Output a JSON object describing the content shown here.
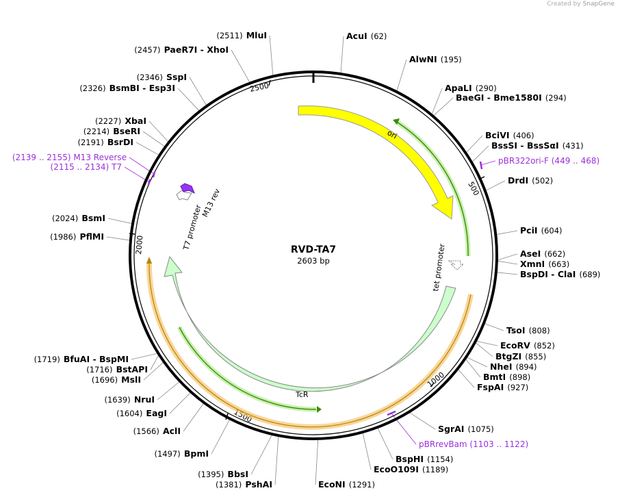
{
  "credit": {
    "prefix": "Created by",
    "brand": "SnapGene"
  },
  "plasmid": {
    "name": "RVD-TA7",
    "size_label": "2603 bp",
    "length": 2603
  },
  "ticks": [
    "500",
    "1000",
    "1500",
    "2000",
    "2500"
  ],
  "features": [
    {
      "label": "ori",
      "color": "#ffff00"
    },
    {
      "label": "tet promoter",
      "color": "#ffffff"
    },
    {
      "label": "TcR",
      "color": "#ccffcc"
    },
    {
      "label": "T7 promoter",
      "color": "#ffffff"
    },
    {
      "label": "M13 rev",
      "color": "#9933ff"
    }
  ],
  "sites": [
    {
      "name": "AcuI",
      "pos": "(62)"
    },
    {
      "name": "AlwNI",
      "pos": "(195)"
    },
    {
      "name": "ApaLI",
      "pos": "(290)"
    },
    {
      "name": "BaeGI",
      "name2": "Bme1580I",
      "pos": "(294)"
    },
    {
      "name": "BciVI",
      "pos": "(406)"
    },
    {
      "name": "BssSI",
      "name2": "BssSαI",
      "pos": "(431)"
    },
    {
      "name": "DrdI",
      "pos": "(502)"
    },
    {
      "name": "PciI",
      "pos": "(604)"
    },
    {
      "name": "AseI",
      "pos": "(662)"
    },
    {
      "name": "XmnI",
      "pos": "(663)"
    },
    {
      "name": "BspDI",
      "name2": "ClaI",
      "pos": "(689)"
    },
    {
      "name": "TsoI",
      "pos": "(808)"
    },
    {
      "name": "EcoRV",
      "pos": "(852)"
    },
    {
      "name": "BtgZI",
      "pos": "(855)"
    },
    {
      "name": "NheI",
      "pos": "(894)"
    },
    {
      "name": "BmtI",
      "pos": "(898)"
    },
    {
      "name": "FspAI",
      "pos": "(927)"
    },
    {
      "name": "SgrAI",
      "pos": "(1075)"
    },
    {
      "name": "BspHI",
      "pos": "(1154)"
    },
    {
      "name": "EcoO109I",
      "pos": "(1189)"
    },
    {
      "name": "EcoNI",
      "pos": "(1291)"
    },
    {
      "name": "PshAI",
      "pos": "(1381)"
    },
    {
      "name": "BbsI",
      "pos": "(1395)"
    },
    {
      "name": "BpmI",
      "pos": "(1497)"
    },
    {
      "name": "AclI",
      "pos": "(1566)"
    },
    {
      "name": "EagI",
      "pos": "(1604)"
    },
    {
      "name": "NruI",
      "pos": "(1639)"
    },
    {
      "name": "MslI",
      "pos": "(1696)"
    },
    {
      "name": "BstAPI",
      "pos": "(1716)"
    },
    {
      "name": "BfuAI",
      "name2": "BspMI",
      "pos": "(1719)"
    },
    {
      "name": "PflMI",
      "pos": "(1986)"
    },
    {
      "name": "BsmI",
      "pos": "(2024)"
    },
    {
      "name": "BsrDI",
      "pos": "(2191)"
    },
    {
      "name": "BseRI",
      "pos": "(2214)"
    },
    {
      "name": "XbaI",
      "pos": "(2227)"
    },
    {
      "name": "BsmBI",
      "name2": "Esp3I",
      "pos": "(2326)"
    },
    {
      "name": "SspI",
      "pos": "(2346)"
    },
    {
      "name": "PaeR7I",
      "name2": "XhoI",
      "pos": "(2457)"
    },
    {
      "name": "MluI",
      "pos": "(2511)"
    }
  ],
  "primers": [
    {
      "name": "pBR322ori-F",
      "range": "(449 .. 468)"
    },
    {
      "name": "pBRrevBam",
      "range": "(1103 .. 1122)"
    },
    {
      "name": "M13 Reverse",
      "range": "(2139 .. 2155)"
    },
    {
      "name": "T7",
      "range": "(2115 .. 2134)"
    }
  ]
}
